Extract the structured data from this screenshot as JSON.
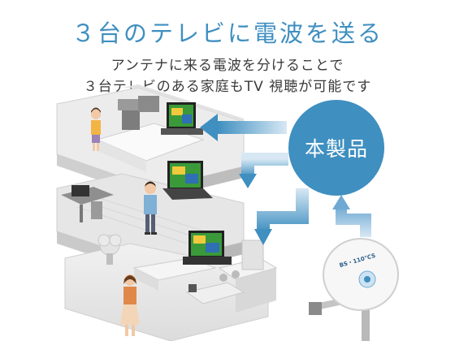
{
  "headline": "３台のテレビに電波を送る",
  "description": {
    "line1": "アンテナに来る電波を分けることで",
    "line2": "３台テレビのある家庭もTV 視聴が可能です"
  },
  "product_badge": "本製品",
  "antenna_logo": "BS・110°CS",
  "colors": {
    "accent": "#3f8fc0",
    "arrow": "#6fa9d3",
    "text": "#3a3a3a"
  }
}
